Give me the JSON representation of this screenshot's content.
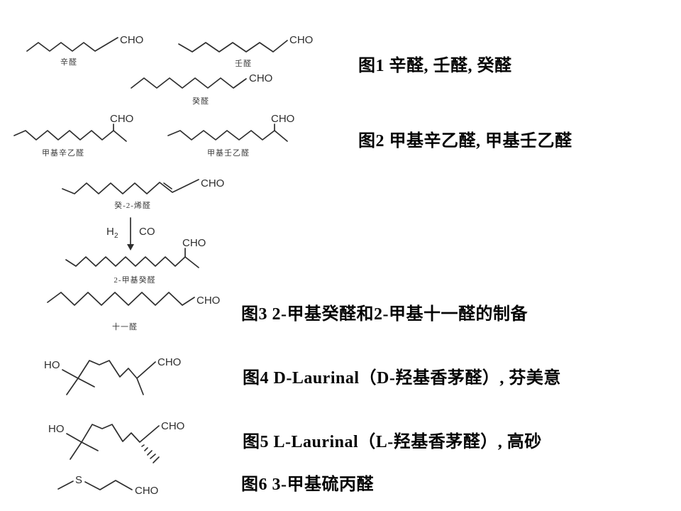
{
  "page": {
    "background": "#ffffff"
  },
  "colors": {
    "line": "#2e2e2e",
    "caption_text": "#050505",
    "label_text": "#3a3a3a"
  },
  "atoms": {
    "cho": "CHO",
    "ho": "HO",
    "s": "S"
  },
  "reaction": {
    "reagent_left": "H",
    "reagent_left_subscript": "2",
    "reagent_right": "CO"
  },
  "molecule_labels": {
    "octanal": "辛醛",
    "nonanal": "壬醛",
    "decanal": "癸醛",
    "methyl_octyl_acetaldehyde": "甲基辛乙醛",
    "methyl_nonyl_acetaldehyde": "甲基壬乙醛",
    "dec_2_enal": "癸-2-烯醛",
    "two_methyl_decanal": "2-甲基癸醛",
    "undecanal": "十一醛"
  },
  "captions": {
    "fig1": "图1 辛醛, 壬醛, 癸醛",
    "fig2": "图2 甲基辛乙醛, 甲基壬乙醛",
    "fig3": "图3 2-甲基癸醛和2-甲基十一醛的制备",
    "fig4": "图4 D-Laurinal（D-羟基香茅醛）, 芬美意",
    "fig5": "图5 L-Laurinal（L-羟基香茅醛）, 高砂",
    "fig6": "图6 3-甲基硫丙醛"
  }
}
